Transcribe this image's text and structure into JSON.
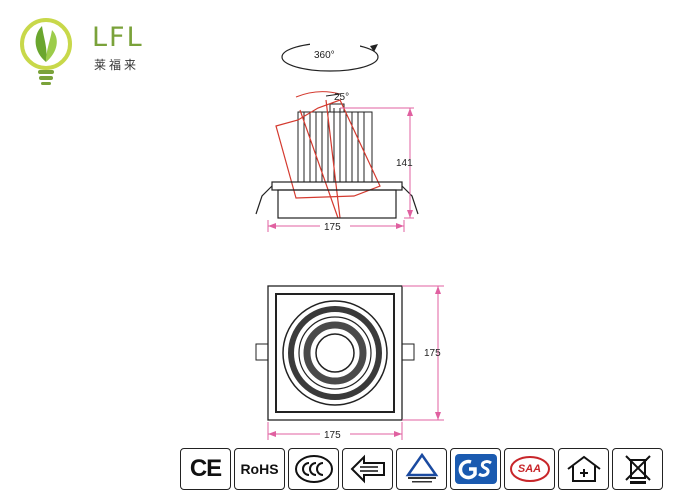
{
  "brand": {
    "name": "LFL",
    "name_cn": "莱福来"
  },
  "side_view": {
    "rotation_label": "360°",
    "tilt_label": "25°",
    "height_label": "141",
    "width_label": "175"
  },
  "top_view": {
    "height_label": "175",
    "width_label": "175"
  },
  "certifications": {
    "ce": "CE",
    "rohs": "RoHS",
    "saa": "SAA"
  },
  "colors": {
    "brand_green": "#7aa23a",
    "tilt_red": "#d43a2f",
    "dimension_pink": "#e060a0",
    "outline": "#222222"
  }
}
